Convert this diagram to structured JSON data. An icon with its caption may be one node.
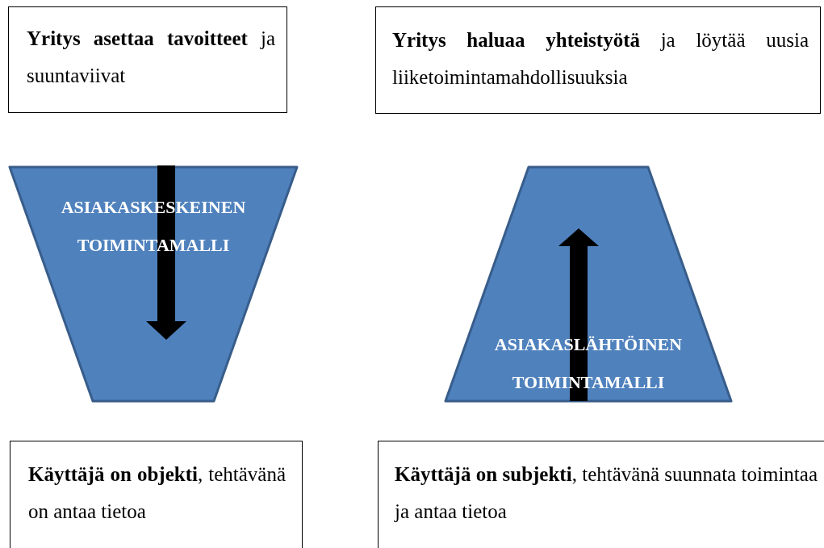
{
  "diagram": {
    "nodes": [
      {
        "text": [
          "**Yritys asettaa tavoitteet** ja suuntaviivat"
        ]
      },
      {
        "text": [
          "**Yritys haluaa yhteistyötä** ja löytää uusia liiketoimintamahdollisuuksia"
        ]
      },
      {
        "text": [
          "ASIAKASKESKEINEN TOIMINTAMALLI"
        ]
      },
      {
        "text": [
          "ASIAKASLÄHTÖINEN TOIMINTAMALLI"
        ]
      },
      {
        "text": [
          "**Käyttäjä on objekti**, tehtävänä on antaa tietoa"
        ]
      },
      {
        "text": [
          "**Käyttäjä on subjekti**, tehtävänä suunnata toimintaa ja antaa tietoa"
        ]
      }
    ]
  }
}
